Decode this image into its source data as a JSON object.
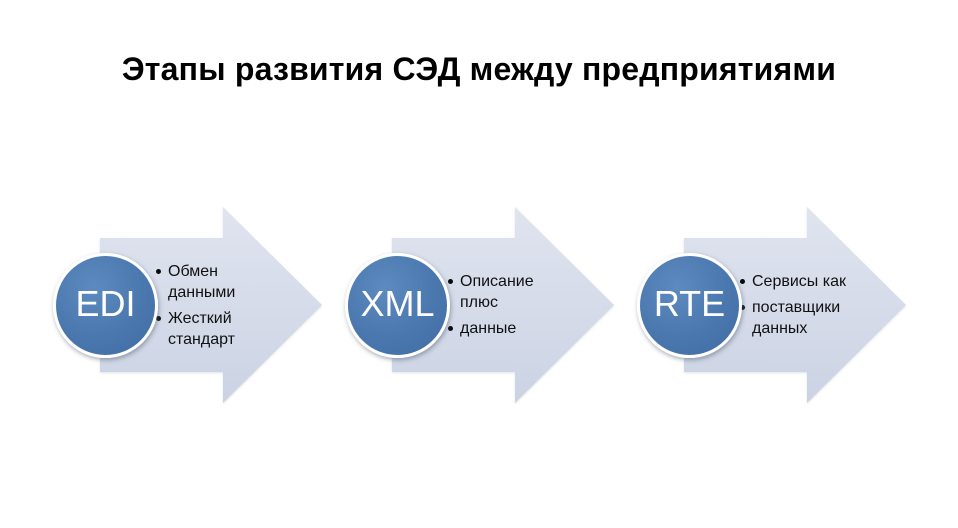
{
  "title": "Этапы развития СЭД между предприятиями",
  "stages": [
    {
      "label": "EDI",
      "bullets": [
        "Обмен данными",
        "Жесткий стандарт"
      ]
    },
    {
      "label": "XML",
      "bullets": [
        "Описание плюс",
        "данные"
      ]
    },
    {
      "label": "RTE",
      "bullets": [
        "Сервисы как",
        "поставщики данных"
      ]
    }
  ],
  "colors": {
    "circle_fill": "#4a78ae",
    "circle_ring": "#ffffff",
    "arrow_top": "#e0e4ef",
    "arrow_bottom": "#cbd3e4",
    "title_text": "#000000",
    "bullet_text": "#111111"
  }
}
